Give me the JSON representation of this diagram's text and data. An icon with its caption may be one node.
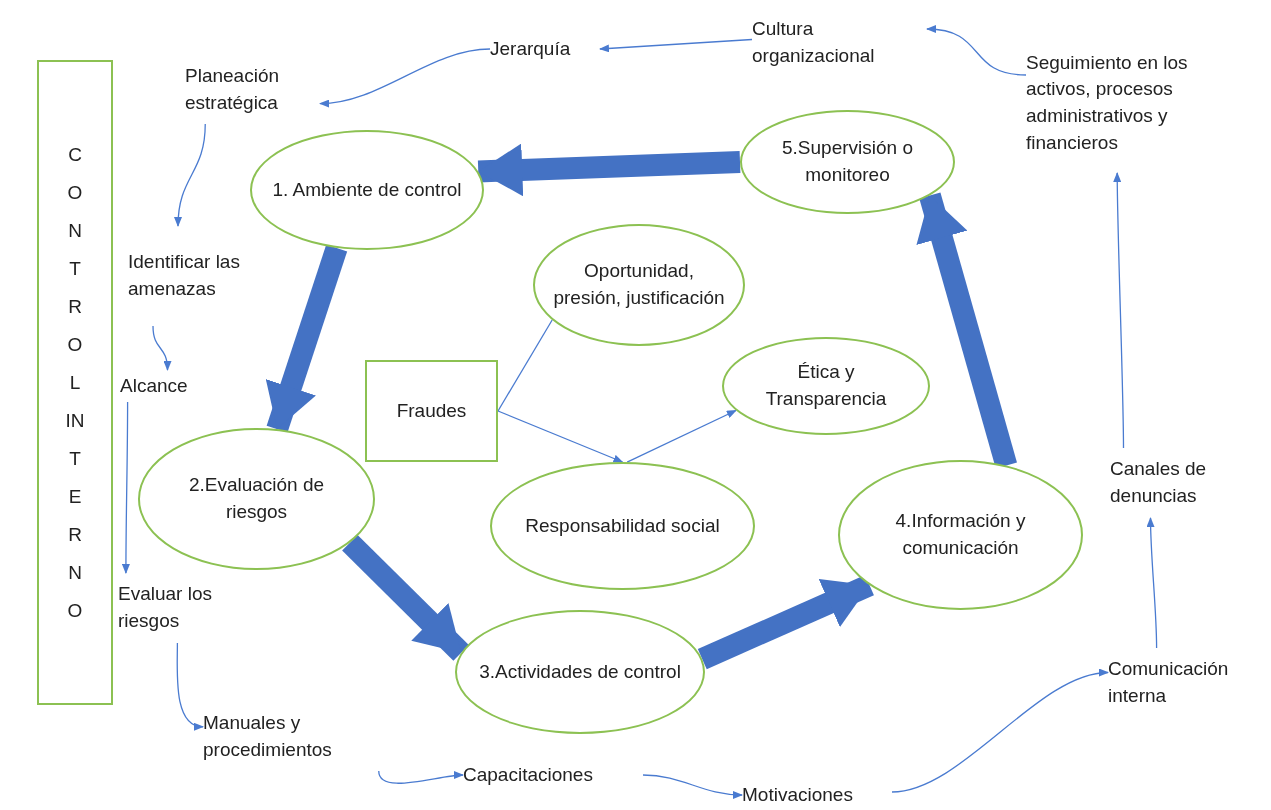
{
  "diagram": {
    "nodes": [
      {
        "text": [
          "CONTROL INTERNO"
        ]
      },
      {
        "text": [
          "Cultura organizacional"
        ]
      },
      {
        "text": [
          "Jerarquía"
        ]
      },
      {
        "text": [
          "Planeación estratégica"
        ]
      },
      {
        "text": [
          "Seguimiento en los activos, procesos administrativos y financieros"
        ]
      },
      {
        "text": [
          "5.Supervisión o monitoreo"
        ]
      },
      {
        "text": [
          "1. Ambiente de control"
        ]
      },
      {
        "text": [
          "Identificar las amenazas"
        ]
      },
      {
        "text": [
          "Oportunidad, presión, justificación"
        ]
      },
      {
        "text": [
          "Alcance"
        ]
      },
      {
        "text": [
          "Fraudes"
        ]
      },
      {
        "text": [
          "Ética y Transparencia"
        ]
      },
      {
        "text": [
          "2.Evaluación de riesgos"
        ]
      },
      {
        "text": [
          "Responsabilidad social"
        ]
      },
      {
        "text": [
          "Canales de denuncias"
        ]
      },
      {
        "text": [
          "4.Información y comunicación"
        ]
      },
      {
        "text": [
          "Evaluar los riesgos"
        ]
      },
      {
        "text": [
          "3.Actividades de control"
        ]
      },
      {
        "text": [
          "Comunicación interna"
        ]
      },
      {
        "text": [
          "Manuales y procedimientos"
        ]
      },
      {
        "text": [
          "Capacitaciones"
        ]
      },
      {
        "text": [
          "Motivaciones"
        ]
      }
    ],
    "edges": [
      {
        "from": 1,
        "to": 2,
        "arrow": "to"
      },
      {
        "from": 2,
        "to": 3,
        "arrow": "to"
      },
      {
        "from": 4,
        "to": 1,
        "arrow": "to"
      },
      {
        "from": 3,
        "to": 7,
        "arrow": "to"
      },
      {
        "from": 7,
        "to": 9,
        "arrow": "to"
      },
      {
        "from": 9,
        "to": 16,
        "arrow": "to"
      },
      {
        "from": 16,
        "to": 19,
        "arrow": "to"
      },
      {
        "from": 19,
        "to": 20,
        "arrow": "to"
      },
      {
        "from": 20,
        "to": 21,
        "arrow": "to"
      },
      {
        "from": 21,
        "to": 18,
        "arrow": "to"
      },
      {
        "from": 18,
        "to": 14,
        "arrow": "to"
      },
      {
        "from": 14,
        "to": 4,
        "arrow": "to"
      },
      {
        "from": 10,
        "to": 8,
        "arrow": "none"
      },
      {
        "from": 10,
        "to": 13,
        "arrow": "to"
      },
      {
        "from": 13,
        "to": 11,
        "arrow": "to"
      },
      {
        "from": 5,
        "to": 6,
        "arrow": "to",
        "style": "thick"
      },
      {
        "from": 6,
        "to": 12,
        "arrow": "to",
        "style": "thick"
      },
      {
        "from": 12,
        "to": 17,
        "arrow": "to",
        "style": "thick"
      },
      {
        "from": 17,
        "to": 15,
        "arrow": "to",
        "style": "thick"
      },
      {
        "from": 15,
        "to": 5,
        "arrow": "to",
        "style": "thick"
      }
    ]
  }
}
